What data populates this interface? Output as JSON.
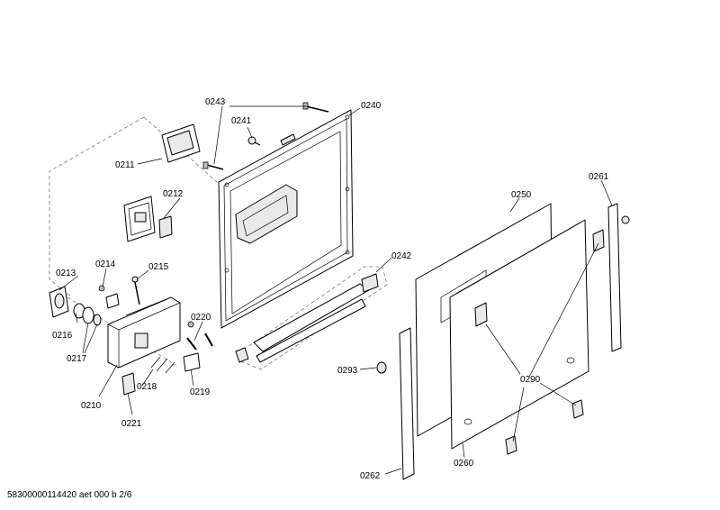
{
  "diagram": {
    "labels": {
      "l0211": "0211",
      "l0212": "0212",
      "l0213": "0213",
      "l0214": "0214",
      "l0215": "0215",
      "l0216": "0216",
      "l0217": "0217",
      "l0210": "0210",
      "l0218": "0218",
      "l0219": "0219",
      "l0220": "0220",
      "l0221": "0221",
      "l0240": "0240",
      "l0241": "0241",
      "l0242": "0242",
      "l0243": "0243",
      "l0250": "0250",
      "l0260": "0260",
      "l0261": "0261",
      "l0262": "0262",
      "l0290": "0290",
      "l0293": "0293"
    }
  },
  "footer": {
    "doc_id": "58300000114420 aet 000 b 2/6"
  }
}
